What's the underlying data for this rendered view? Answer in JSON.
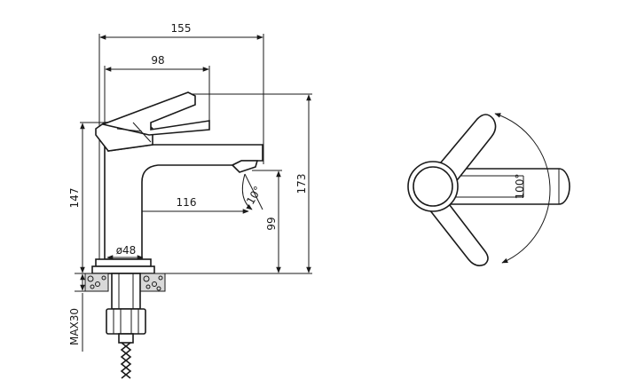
{
  "dimensions": {
    "overall_width": "155",
    "handle_reach": "98",
    "total_height": "173",
    "body_height": "147",
    "spout_reach": "116",
    "spout_height": "99",
    "base_diameter": "ø48",
    "max_deck_thickness": "MAX30",
    "spout_angle": "10°",
    "handle_rotation": "100°"
  }
}
